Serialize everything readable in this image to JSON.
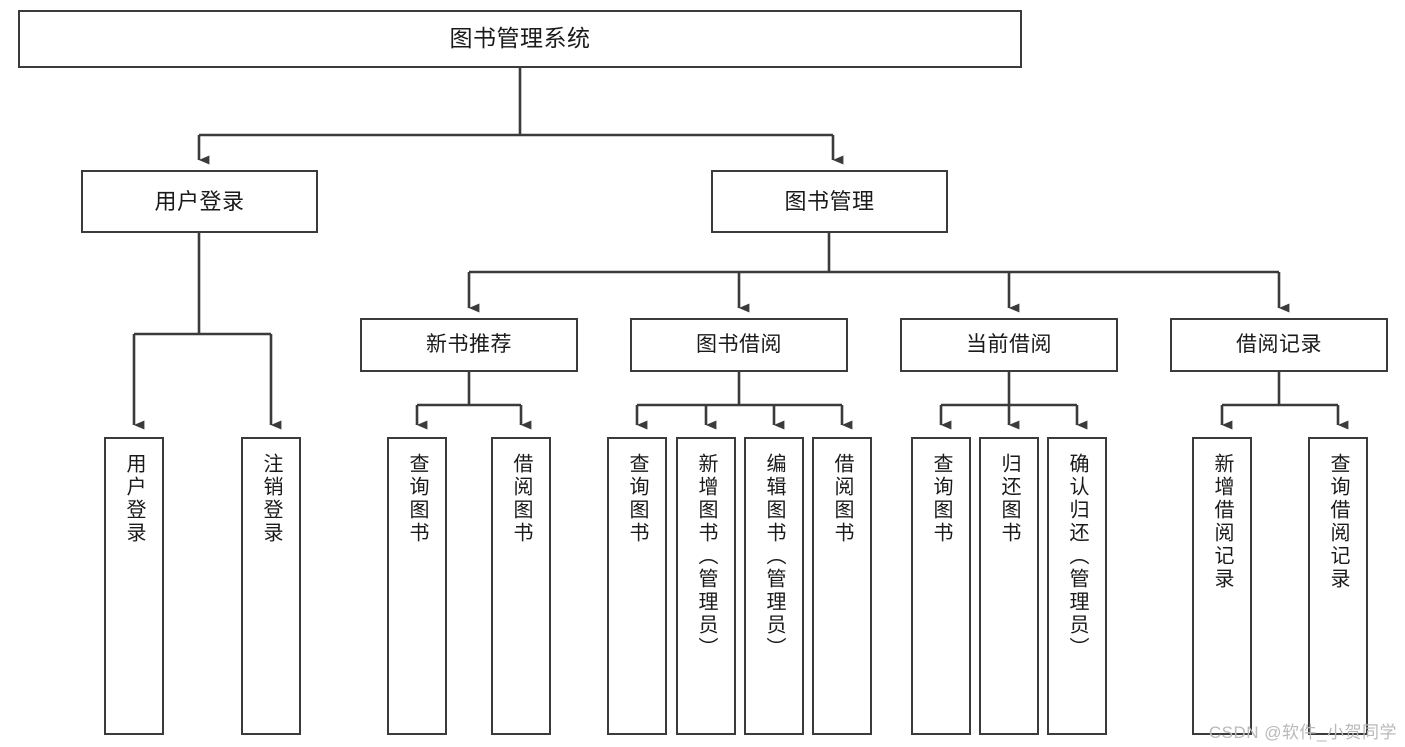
{
  "diagram": {
    "type": "tree-hierarchy",
    "title": "图书管理系统",
    "watermark": "CSDN @软件_小贺同学",
    "colors": {
      "box_border": "#3b3b3b",
      "box_fill": "#ffffff",
      "edge": "#3b3b3b",
      "text": "#1a1a1a",
      "watermark": "#b9b9b9"
    },
    "nodes": {
      "root": {
        "label": "图书管理系统"
      },
      "level2": [
        {
          "id": "user-login",
          "label": "用户登录"
        },
        {
          "id": "book-manage",
          "label": "图书管理"
        }
      ],
      "level3": [
        {
          "id": "new-book-recommend",
          "label": "新书推荐"
        },
        {
          "id": "book-borrow",
          "label": "图书借阅"
        },
        {
          "id": "current-borrow",
          "label": "当前借阅"
        },
        {
          "id": "borrow-record",
          "label": "借阅记录"
        }
      ],
      "leaves": {
        "user_login": [
          {
            "id": "leaf-user-login",
            "label": "用户登录"
          },
          {
            "id": "leaf-user-logout",
            "label": "注销登录"
          }
        ],
        "new_book_recommend": [
          {
            "id": "leaf-query-book-1",
            "label": "查询图书"
          },
          {
            "id": "leaf-borrow-book-1",
            "label": "借阅图书"
          }
        ],
        "book_borrow": [
          {
            "id": "leaf-query-book-2",
            "label": "查询图书"
          },
          {
            "id": "leaf-add-book",
            "label": "新增图书（管理员）"
          },
          {
            "id": "leaf-edit-book",
            "label": "编辑图书（管理员）"
          },
          {
            "id": "leaf-borrow-book-2",
            "label": "借阅图书"
          }
        ],
        "current_borrow": [
          {
            "id": "leaf-query-book-3",
            "label": "查询图书"
          },
          {
            "id": "leaf-return-book",
            "label": "归还图书"
          },
          {
            "id": "leaf-confirm-return",
            "label": "确认归还（管理员）"
          }
        ],
        "borrow_record": [
          {
            "id": "leaf-add-record",
            "label": "新增借阅记录"
          },
          {
            "id": "leaf-query-record",
            "label": "查询借阅记录"
          }
        ]
      }
    }
  }
}
